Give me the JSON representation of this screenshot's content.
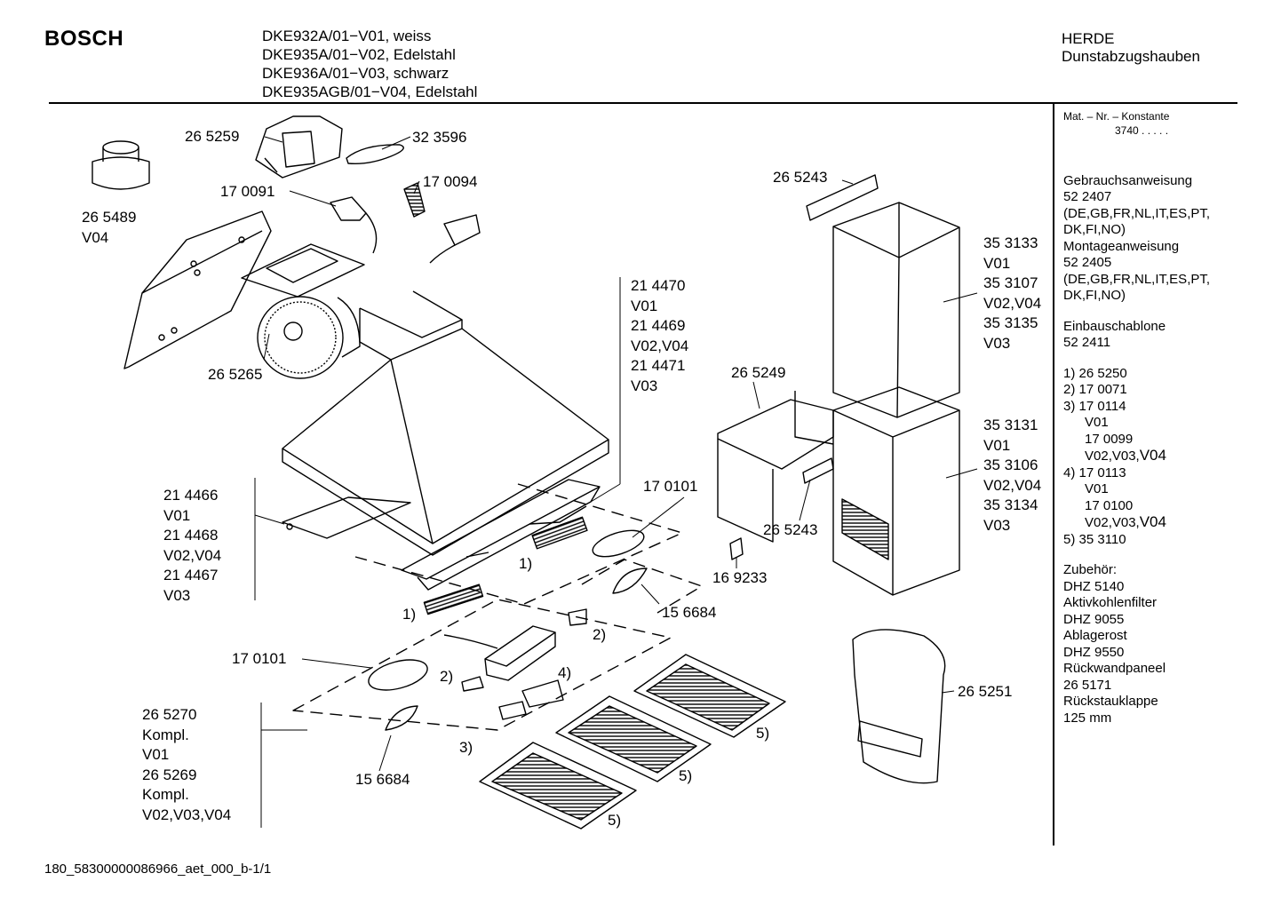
{
  "header": {
    "brand": "BOSCH",
    "models": [
      "DKE932A/01−V01, weiss",
      "DKE935A/01−V02, Edelstahl",
      "DKE936A/01−V03, schwarz",
      "DKE935AGB/01−V04, Edelstahl"
    ],
    "category": [
      "HERDE",
      "Dunstabzugshauben"
    ]
  },
  "sidebar": {
    "constant_label": "Mat. – Nr. – Konstante",
    "constant_value": "3740  .  .  .  .  .",
    "docs": [
      "Gebrauchsanweisung",
      "52 2407",
      "(DE,GB,FR,NL,IT,ES,PT,",
      "DK,FI,NO)",
      "Montageanweisung",
      "52 2405",
      "(DE,GB,FR,NL,IT,ES,PT,",
      "DK,FI,NO)"
    ],
    "template": [
      "Einbauschablone",
      "52 2411"
    ],
    "notes": [
      {
        "text": "1)  26 5250",
        "indent": false
      },
      {
        "text": "2)  17 0071",
        "indent": false
      },
      {
        "text": "3)  17 0114",
        "indent": false
      },
      {
        "text": "V01",
        "indent": true
      },
      {
        "text": "17 0099",
        "indent": true
      },
      {
        "text": "V02,V03,",
        "tail": "V04",
        "indent": true
      },
      {
        "text": "4)  17 0113",
        "indent": false
      },
      {
        "text": "V01",
        "indent": true
      },
      {
        "text": "17 0100",
        "indent": true
      },
      {
        "text": "V02,V03,",
        "tail": "V04",
        "indent": true
      },
      {
        "text": "5)  35 3110",
        "indent": false
      }
    ],
    "accessories": [
      "Zubehör:",
      "DHZ 5140",
      "Aktivkohlenfilter",
      "DHZ 9055",
      "Ablagerost",
      "DHZ 9550",
      "Rückwandpaneel",
      "26 5171",
      "Rückstauklappe",
      "125 mm"
    ]
  },
  "callouts": [
    {
      "lines": [
        "26 5259"
      ]
    },
    {
      "lines": [
        "32 3596"
      ]
    },
    {
      "lines": [
        "17 0091"
      ]
    },
    {
      "lines": [
        "17 0094"
      ]
    },
    {
      "lines": [
        "26 5489",
        "V04"
      ]
    },
    {
      "lines": [
        "26 5265"
      ]
    },
    {
      "lines": [
        "21 4470",
        "V01",
        "21 4469",
        "V02,V04",
        "21 4471",
        "V03"
      ]
    },
    {
      "lines": [
        "26 5243"
      ]
    },
    {
      "lines": [
        "35 3133",
        "V01",
        "35 3107",
        "V02,V04",
        "35 3135",
        "V03"
      ]
    },
    {
      "lines": [
        "26 5249"
      ]
    },
    {
      "lines": [
        "35 3131",
        "V01",
        "35 3106",
        "V02,V04",
        "35 3134",
        "V03"
      ]
    },
    {
      "lines": [
        "26 5243"
      ]
    },
    {
      "lines": [
        "16 9233"
      ]
    },
    {
      "lines": [
        "21 4466",
        "V01",
        "21 4468",
        "V02,V04",
        "21 4467",
        "V03"
      ]
    },
    {
      "lines": [
        "17 0101"
      ]
    },
    {
      "lines": [
        "1)"
      ]
    },
    {
      "lines": [
        "1)"
      ]
    },
    {
      "lines": [
        "15 6684"
      ]
    },
    {
      "lines": [
        "2)"
      ]
    },
    {
      "lines": [
        "17 0101"
      ]
    },
    {
      "lines": [
        "2)"
      ]
    },
    {
      "lines": [
        "4)"
      ]
    },
    {
      "lines": [
        "26 5270",
        "Kompl.",
        "V01",
        "26 5269",
        "Kompl.",
        "V02,V03,V04"
      ]
    },
    {
      "lines": [
        "3)"
      ]
    },
    {
      "lines": [
        "15 6684"
      ]
    },
    {
      "lines": [
        "5)"
      ]
    },
    {
      "lines": [
        "5)"
      ]
    },
    {
      "lines": [
        "5)"
      ]
    },
    {
      "lines": [
        "26 5251"
      ]
    }
  ],
  "footer": {
    "code": "180_58300000086966_aet_000_b-1/1"
  }
}
